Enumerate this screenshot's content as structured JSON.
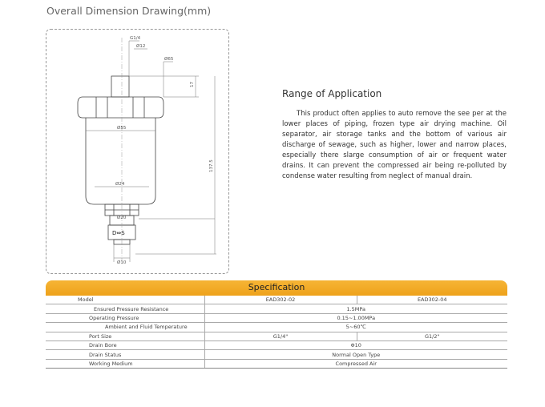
{
  "page_title": "Overall Dimension Drawing(mm)",
  "drawing": {
    "dims": {
      "port_thread": "G1/4",
      "port_dia": "Ø12",
      "head_dia": "Ø65",
      "head_height": "17",
      "bowl_dia": "Ø55",
      "total_height": "137.5",
      "inner_dia": "Ø24",
      "drain_nut_dia": "Ø20",
      "drain_dia": "Ø10"
    },
    "symbol_text": "D⇔S"
  },
  "range": {
    "title": "Range of Application",
    "body": "This product often applies to auto remove the see per at the lower places of piping, frozen type air drying machine. Oil separator, air storage tanks and the bottom of various air discharge of sewage, such as higher, lower and narrow places, especially there slarge consumption of air or frequent water drains. It can prevent the compressed air being re-polluted by condense water resulting from neglect of manual drain."
  },
  "spec": {
    "title": "Specification",
    "rows": [
      {
        "label": "Model",
        "indent": 40,
        "v1": "EAD302-02",
        "v2": "EAD302-04"
      },
      {
        "label": "Ensured Pressure Resistance",
        "indent": 60,
        "v": "1.5MPa"
      },
      {
        "label": "Operating Pressure",
        "indent": 54,
        "v": "0.15~1.00MPa"
      },
      {
        "label": "Ambient and Fluid Temperature",
        "indent": 74,
        "v": "5~60℃"
      },
      {
        "label": "Port Size",
        "indent": 54,
        "v1": "G1/4\"",
        "v2": "G1/2\""
      },
      {
        "label": "Drain Bore",
        "indent": 54,
        "v": "Φ10"
      },
      {
        "label": "Drain Status",
        "indent": 54,
        "v": "Normal Open Type"
      },
      {
        "label": "Working Medium",
        "indent": 54,
        "v": "Compressed Air"
      }
    ]
  },
  "colors": {
    "header_bar": "#f0a820",
    "line": "#444444",
    "dim_line": "#777777"
  }
}
